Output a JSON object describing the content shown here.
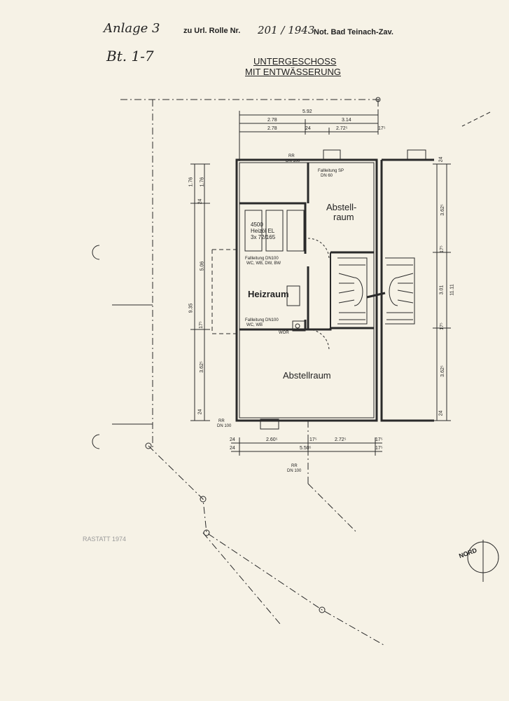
{
  "header": {
    "handwritten_top": "Anlage 3",
    "typed_top": "zu Url. Rolle Nr.",
    "handwritten_roll": "201 / 1943",
    "notary": "Not. Bad Teinach-Zav.",
    "handwritten_bt": "Bt. 1-7"
  },
  "plan": {
    "title_line1": "UNTERGESCHOSS",
    "title_line2": "MIT ENTWÄSSERUNG",
    "rooms": {
      "abstellraum_top_1": "Abstell-",
      "abstellraum_top_2": "raum",
      "heizraum": "Heizraum",
      "abstellraum_bottom": "Abstellraum"
    },
    "boiler": {
      "line1": "4500",
      "line2": "Heizöl EL",
      "line3": "3x 72/165"
    },
    "notes": {
      "rr_top": "RR",
      "dn100_top": "DN 100",
      "fallleitung_sp": "Fallleitung SP",
      "dn60": "DN 60",
      "fallleitung_dn100_a": "Fallleitung DN100",
      "fallleitung_dn100_a_sub": "WC, WB, DW, BW",
      "fallleitung_dn100_b": "Fallleitung DN100",
      "fallleitung_dn100_b_sub": "WC, WB",
      "wor": "WOR",
      "rr_left": "RR",
      "dn100_left": "DN 100",
      "rr_bottom": "RR",
      "dn100_bottom": "DN 100"
    },
    "dims_top": {
      "overall": "5.92",
      "a1": "2.78",
      "a2": "3.14",
      "b1": "2.78",
      "b2": "24",
      "b3": "2.72⁵",
      "b4": "17⁵"
    },
    "dims_bottom": {
      "c1": "24",
      "c2": "2.60⁵",
      "c3": "17⁵",
      "c4": "2.72⁵",
      "c5": "17⁵",
      "d1": "24",
      "d2": "5.50⁵",
      "d3": "17⁵"
    },
    "dims_left": {
      "l1": "1.76",
      "l2": "1.76",
      "l3": "24",
      "l4": "5.06",
      "l5": "9.35",
      "l6": "17⁵",
      "l7": "3.62⁵",
      "l8": "24"
    },
    "dims_right": {
      "r1": "24",
      "r2": "3.62⁵",
      "r3": "17⁵",
      "r4": "3.01",
      "r5": "11.11",
      "r6": "17⁵",
      "r7": "3.62⁵",
      "r8": "24"
    },
    "north": "NORD"
  },
  "stamp": {
    "line1": "RASTATT 1974"
  }
}
